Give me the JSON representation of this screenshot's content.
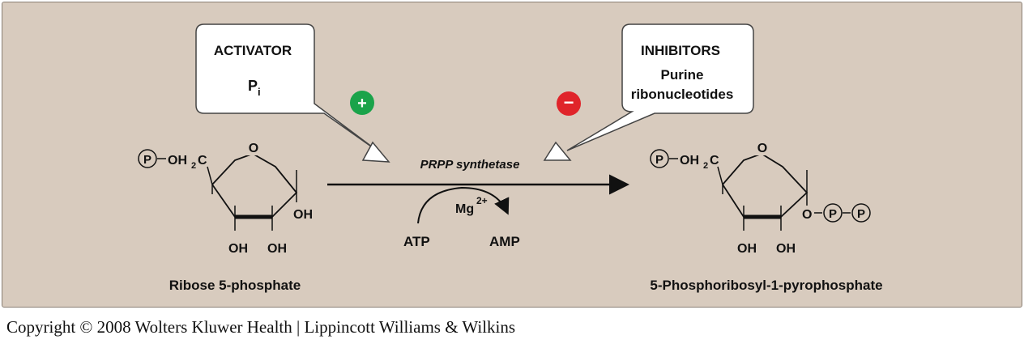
{
  "activator": {
    "heading": "ACTIVATOR",
    "molecule": "P",
    "molecule_sub": "i",
    "sign": "+"
  },
  "inhibitors": {
    "heading": "INHIBITORS",
    "line1": "Purine",
    "line2": "ribonucleotides",
    "sign": "−"
  },
  "enzyme": "PRPP synthetase",
  "cofactor": {
    "label": "Mg",
    "charge": "2+"
  },
  "substrate_in": "ATP",
  "product_out": "AMP",
  "ribose": {
    "phosphate": "P",
    "ch2": "OH",
    "sub2": "2",
    "c": "C",
    "ring_o": "O",
    "oh_c1": "OH",
    "oh_c3": "OH",
    "oh_c2": "OH",
    "name": "Ribose 5-phosphate"
  },
  "prpp": {
    "phosphate": "P",
    "ch2": "OH",
    "sub2": "2",
    "c": "C",
    "ring_o": "O",
    "o_link": "O",
    "pp1": "P",
    "pp2": "P",
    "oh_c3": "OH",
    "oh_c2": "OH",
    "name": "5-Phosphoribosyl-1-pyrophosphate"
  },
  "colors": {
    "panel": "#d8cbbe",
    "plus": "#1aa34a",
    "minus": "#e0242a"
  },
  "copyright": "Copyright © 2008 Wolters Kluwer Health | Lippincott Williams & Wilkins"
}
